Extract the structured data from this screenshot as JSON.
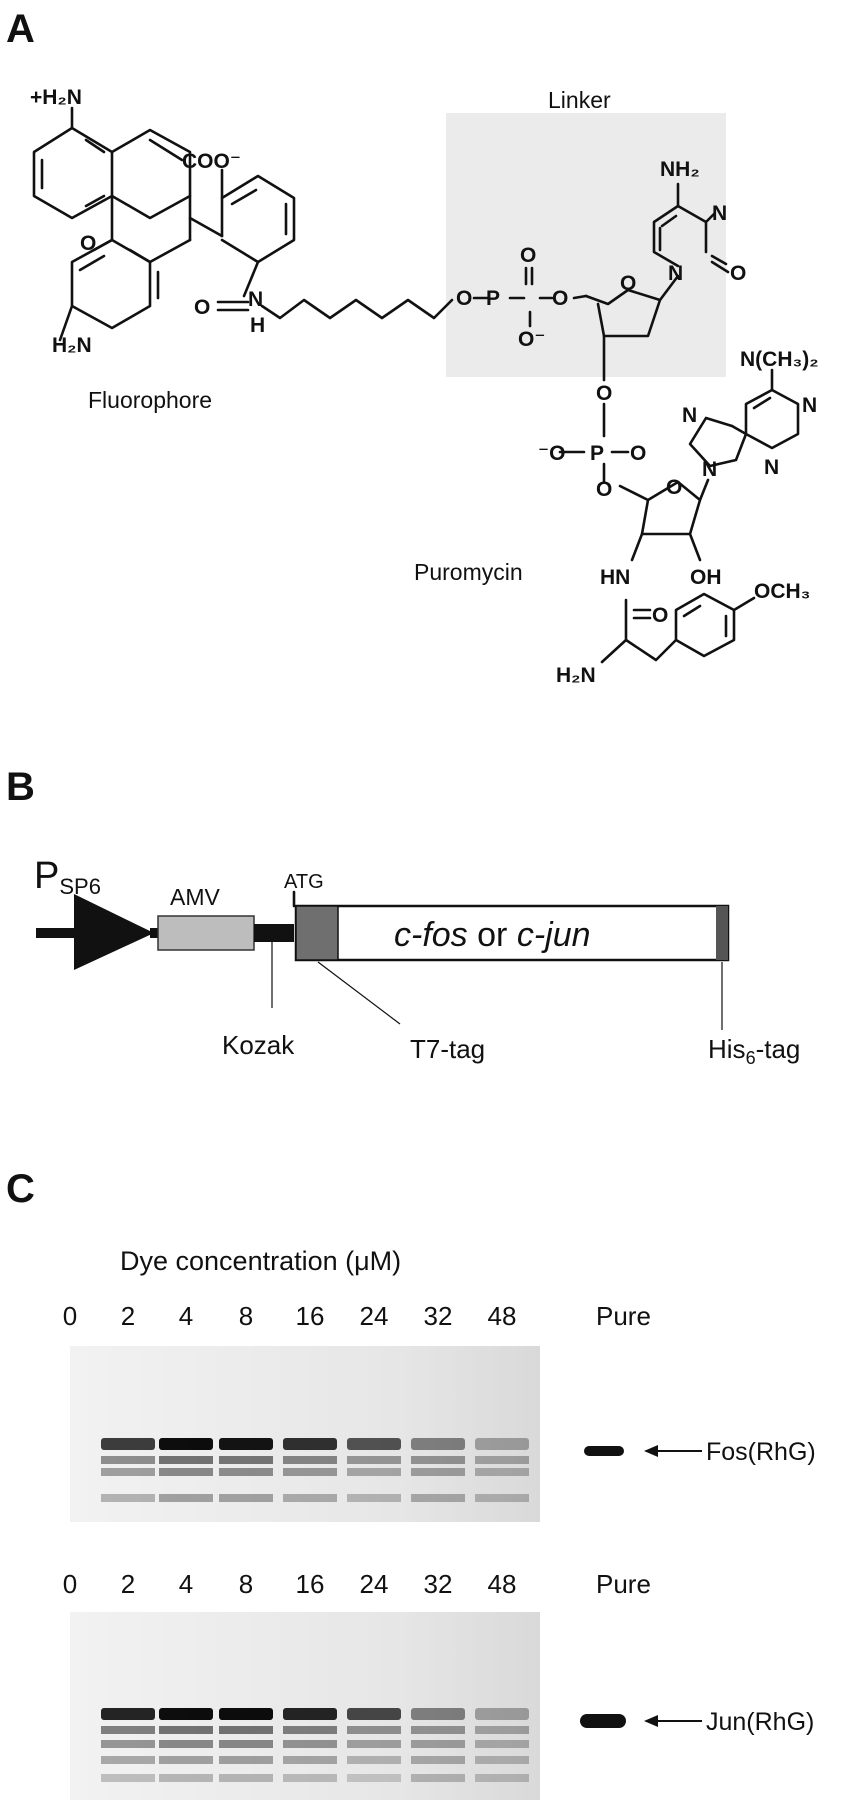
{
  "figure": {
    "panels": {
      "a": "A",
      "b": "B",
      "c": "C"
    }
  },
  "panel_a": {
    "group_labels": {
      "linker": "Linker",
      "fluorophore": "Fluorophore",
      "puromycin": "Puromycin"
    },
    "atoms": {
      "h2n_plus": "+H₂N",
      "h2n_bottom": "H₂N",
      "coo": "COO⁻",
      "ring_o": "O",
      "amide_o": "O",
      "amide_n": "N",
      "amide_h": "H",
      "phos1_o_left": "O",
      "phos1_p": "P",
      "phos1_o_top": "O",
      "phos1_o_bottom": "O⁻",
      "phos1_o_right": "O",
      "nh2_cyt": "NH₂",
      "cyt_n1": "N",
      "cyt_n3": "N",
      "cyt_o": "O",
      "sugar1_o": "O",
      "link_o": "O",
      "phos2_o_left": "⁻O",
      "phos2_p": "P",
      "phos2_o_right": "O",
      "phos2_o_bottom": "O",
      "nme2": "N(CH₃)₂",
      "pur_n7": "N",
      "pur_n9": "N",
      "pur_n1": "N",
      "pur_n3": "N",
      "sugar2_o": "O",
      "hn": "HN",
      "oh": "OH",
      "carbonyl_o": "O",
      "h2n_aa": "H₂N",
      "och3": "OCH₃"
    }
  },
  "panel_b": {
    "promoter": "P",
    "promoter_sub": "SP6",
    "amv": "AMV",
    "atg": "ATG",
    "gene_italic1": "c-fos",
    "gene_or": " or ",
    "gene_italic2": "c-jun",
    "kozak": "Kozak",
    "t7": "T7-tag",
    "his": "His",
    "his_sub": "6",
    "his_suffix": "-tag"
  },
  "panel_c": {
    "title": "Dye concentration (μM)",
    "lanes": [
      "0",
      "2",
      "4",
      "8",
      "16",
      "24",
      "32",
      "48",
      "Pure"
    ],
    "gel1_label": "Fos(RhG)",
    "gel2_label": "Jun(RhG)",
    "band_intensity": {
      "gel1": [
        0,
        0.75,
        0.95,
        0.92,
        0.8,
        0.65,
        0.45,
        0.3
      ],
      "gel2": [
        0,
        0.85,
        0.95,
        0.95,
        0.85,
        0.7,
        0.45,
        0.3
      ]
    }
  }
}
